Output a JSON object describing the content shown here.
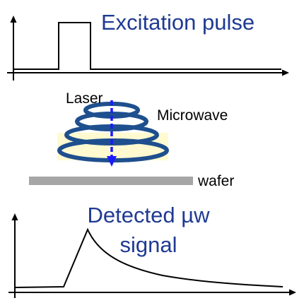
{
  "labels": {
    "excitation": "Excitation pulse",
    "laser": "Laser",
    "microwave": "Microwave",
    "wafer": "wafer",
    "detected_line1": "Detected µw",
    "detected_line2": "signal"
  },
  "colors": {
    "title_blue": "#1f3a93",
    "coil_blue": "#1e4f8e",
    "laser_blue": "#1a1aff",
    "wafer_gray": "#a6a6a6",
    "axis_black": "#000000",
    "highlight_yellow": "#fff6b0"
  }
}
